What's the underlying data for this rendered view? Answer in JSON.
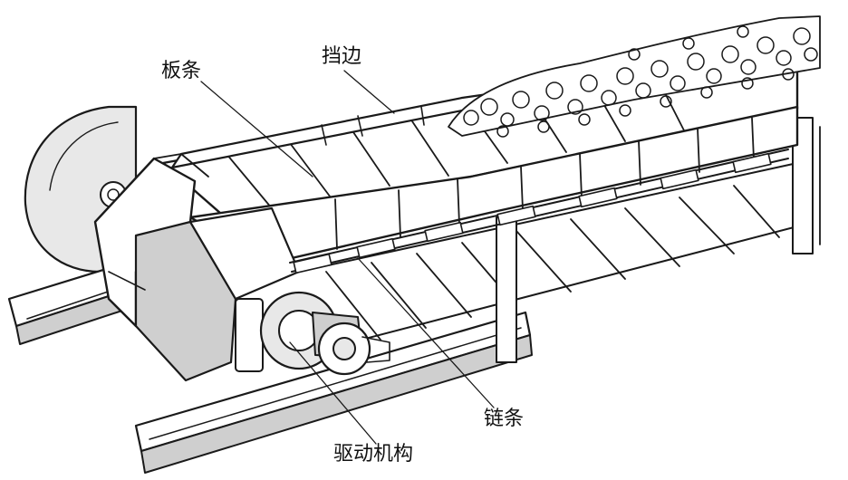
{
  "labels": {
    "slat": "板条",
    "side_wall": "挡边",
    "chain": "链条",
    "drive": "驱动机构"
  },
  "colors": {
    "ink": "#1a1a1a",
    "paper": "#ffffff"
  }
}
